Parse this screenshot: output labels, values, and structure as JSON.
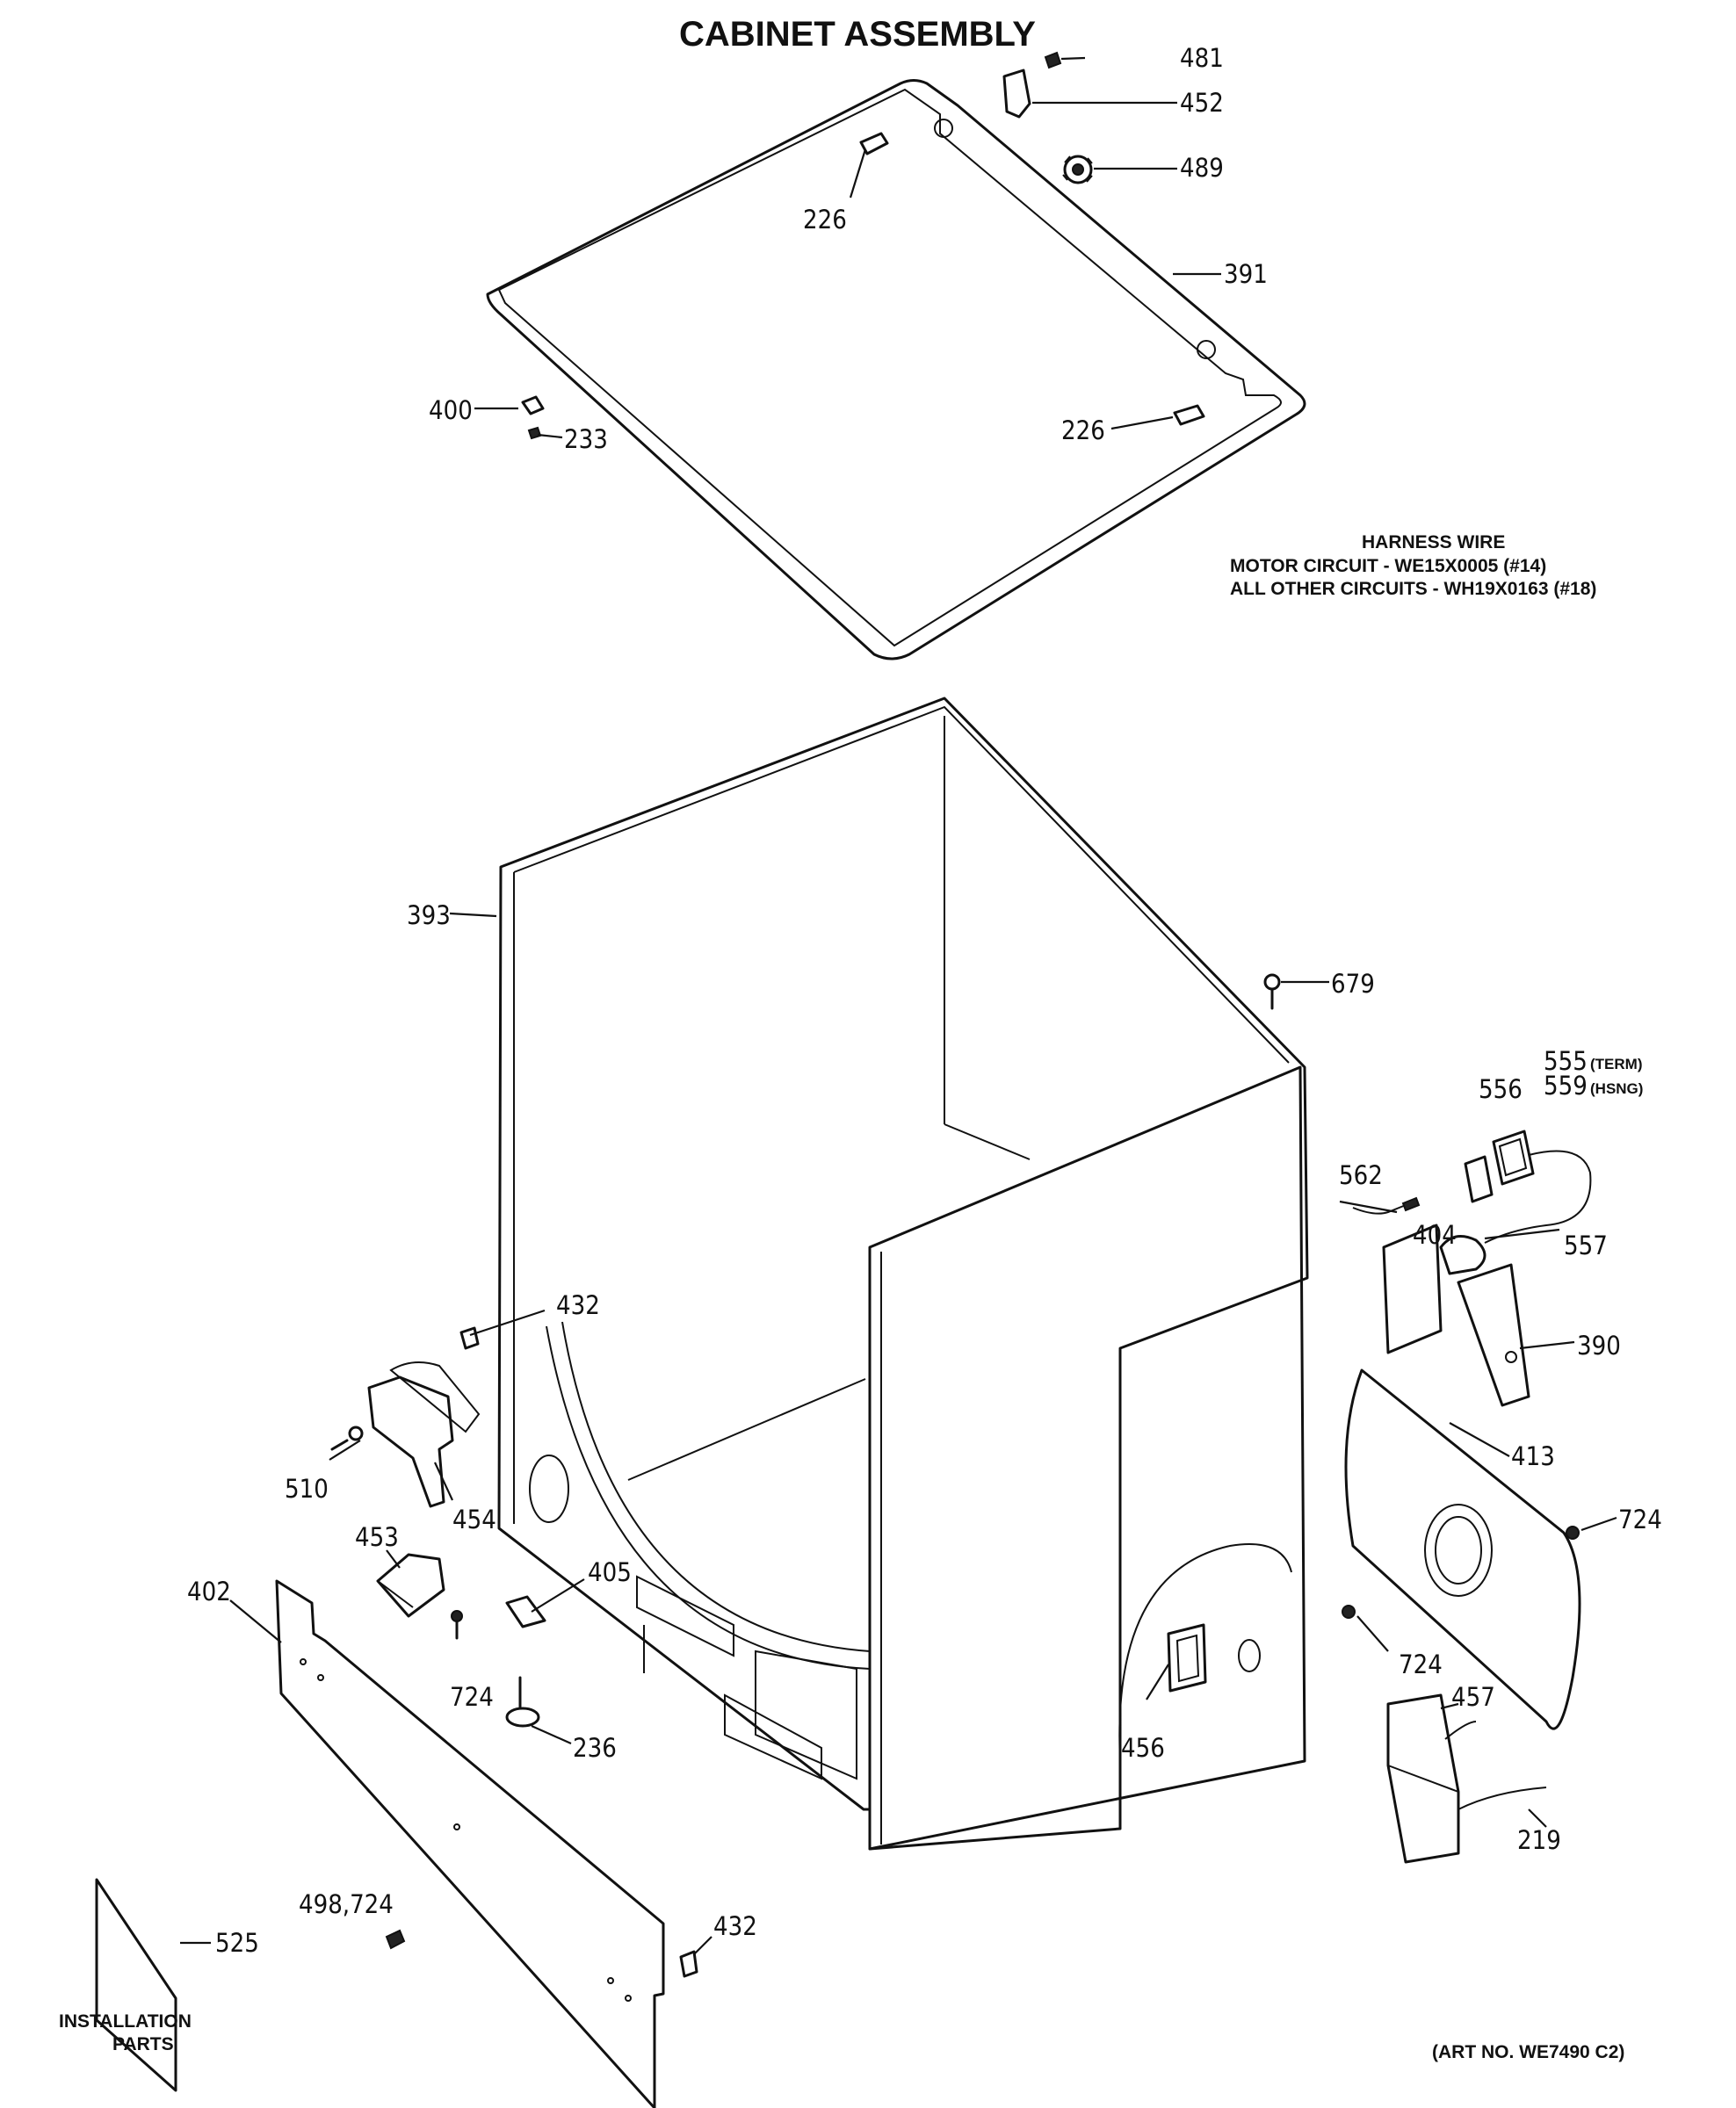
{
  "title": "CABINET ASSEMBLY",
  "harness": {
    "heading": "HARNESS WIRE",
    "line1": "MOTOR CIRCUIT - WE15X0005 (#14)",
    "line2": "ALL OTHER CIRCUITS - WH19X0163 (#18)"
  },
  "installation": {
    "line1": "INSTALLATION",
    "line2": "PARTS"
  },
  "art_no": "(ART NO. WE7490 C2)",
  "callouts": {
    "p481": "481",
    "p452": "452",
    "p489": "489",
    "p226a": "226",
    "p391": "391",
    "p400": "400",
    "p233": "233",
    "p226b": "226",
    "p393": "393",
    "p679": "679",
    "p555": "555",
    "p555_note": "(TERM)",
    "p559": "559",
    "p559_note": "(HSNG)",
    "p556": "556",
    "p562": "562",
    "p404": "404",
    "p557": "557",
    "p390": "390",
    "p413": "413",
    "p724a": "724",
    "p432a": "432",
    "p510": "510",
    "p454": "454",
    "p453": "453",
    "p402": "402",
    "p405": "405",
    "p724b": "724",
    "p236": "236",
    "p456": "456",
    "p724c": "724",
    "p457": "457",
    "p219": "219",
    "p498": "498,724",
    "p432b": "432",
    "p525": "525"
  }
}
